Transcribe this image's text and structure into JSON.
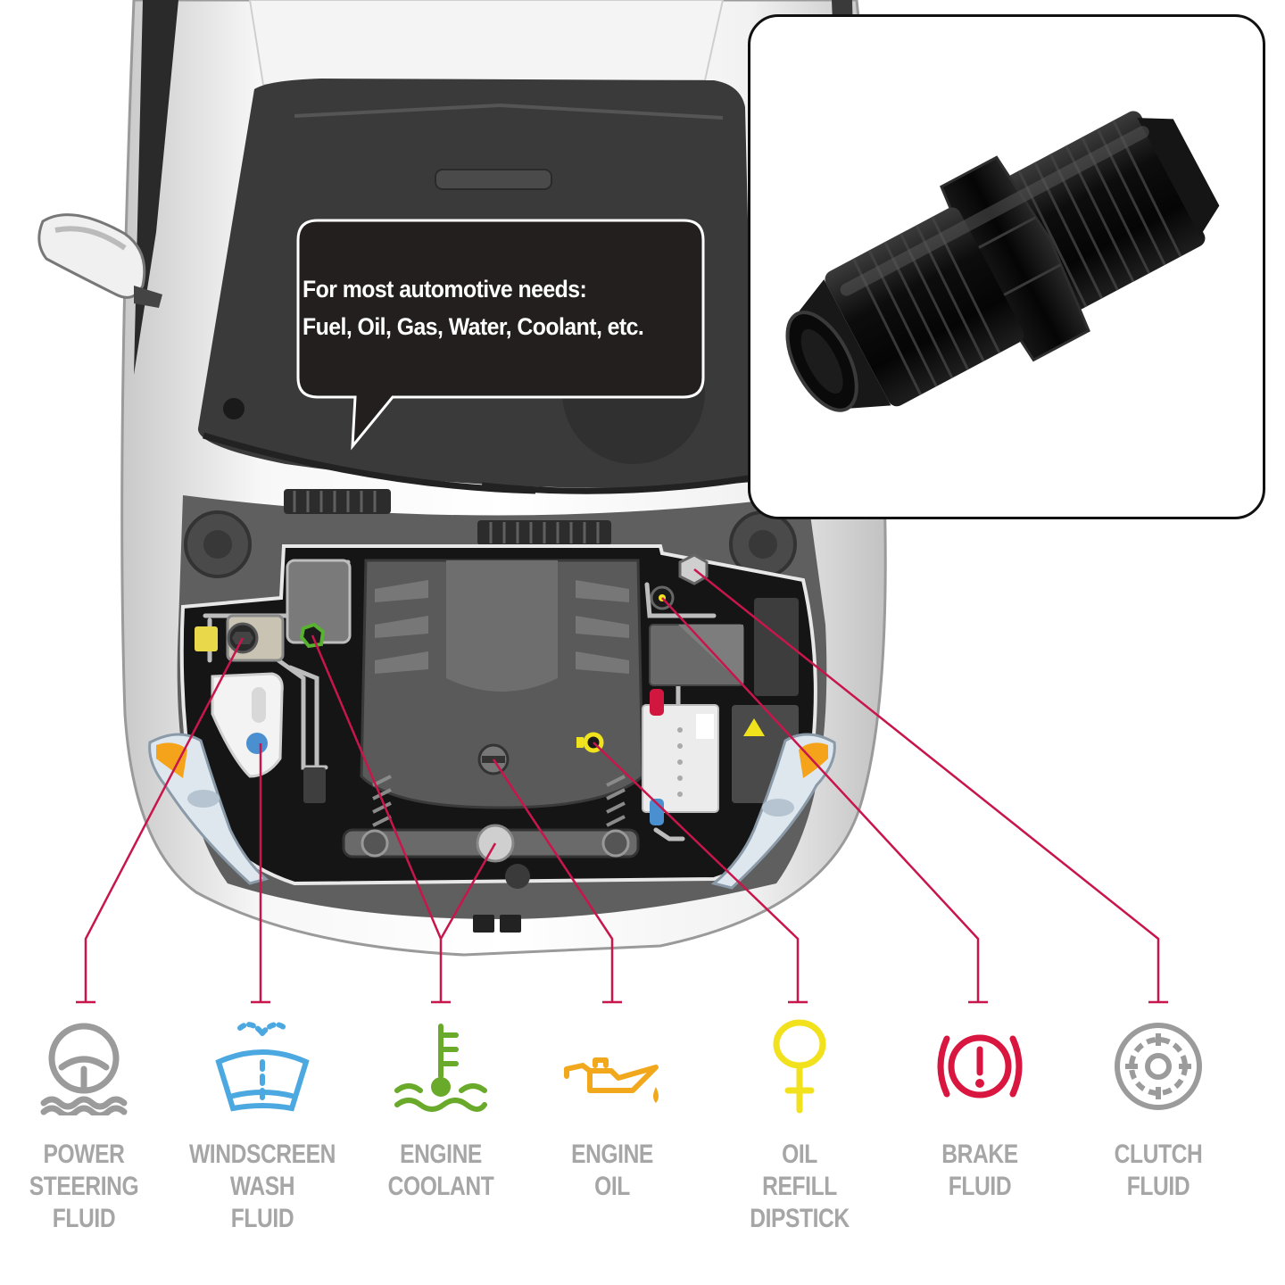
{
  "callout": {
    "line1": "For most automotive needs:",
    "line2": "Fuel, Oil, Gas, Water, Coolant, etc."
  },
  "inset": {
    "subject": "fitting-photo",
    "color": "#0b0b0b"
  },
  "colors": {
    "leader": "#c8164c",
    "label": "#a6a6a6",
    "engine_bay": "#1a1a1a",
    "car_body": "#e9e9e9"
  },
  "fluids": [
    {
      "id": "power-steering",
      "lines": [
        "POWER",
        "STEERING",
        "FLUID"
      ],
      "icon": "steering-wheel-icon",
      "color": "#9b9b9b"
    },
    {
      "id": "windscreen-wash",
      "lines": [
        "WINDSCREEN",
        "WASH",
        "FLUID"
      ],
      "icon": "windscreen-wash-icon",
      "color": "#4ba8e0"
    },
    {
      "id": "engine-coolant",
      "lines": [
        "ENGINE",
        "COOLANT"
      ],
      "icon": "thermometer-coolant-icon",
      "color": "#6aaa2a"
    },
    {
      "id": "engine-oil",
      "lines": [
        "ENGINE",
        "OIL"
      ],
      "icon": "oil-can-icon",
      "color": "#f2a81d"
    },
    {
      "id": "oil-dipstick",
      "lines": [
        "OIL",
        "REFILL",
        "DIPSTICK"
      ],
      "icon": "dipstick-icon",
      "color": "#f2e21d"
    },
    {
      "id": "brake-fluid",
      "lines": [
        "BRAKE",
        "FLUID"
      ],
      "icon": "brake-warning-icon",
      "color": "#d9163f"
    },
    {
      "id": "clutch-fluid",
      "lines": [
        "CLUTCH",
        "FLUID"
      ],
      "icon": "clutch-disc-icon",
      "color": "#9b9b9b"
    }
  ]
}
